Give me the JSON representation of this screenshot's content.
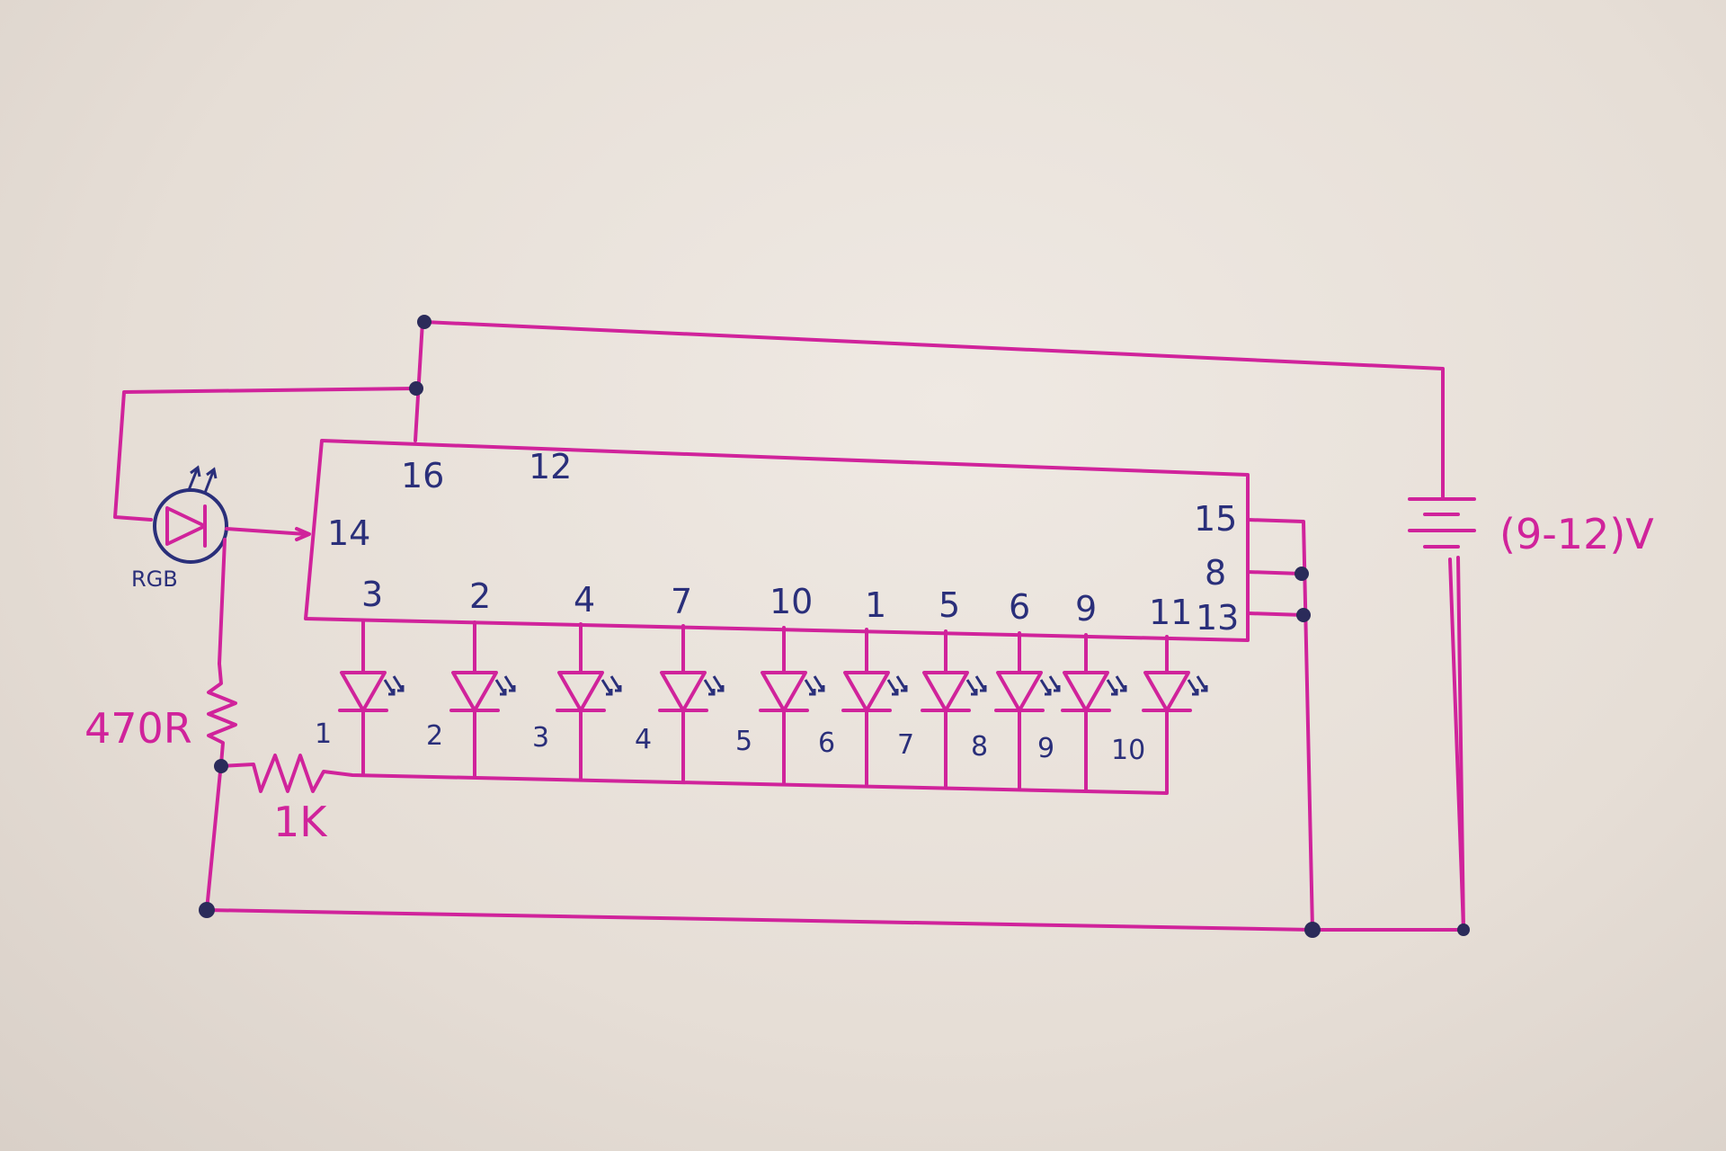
{
  "ic": {
    "top_pins": [
      "16",
      "12"
    ],
    "left_pin": "14",
    "right_pins": [
      "15",
      "8",
      "13"
    ],
    "bottom_pins": [
      "3",
      "2",
      "4",
      "7",
      "10",
      "1",
      "5",
      "6",
      "9",
      "11"
    ]
  },
  "leds": {
    "labels": [
      "1",
      "2",
      "3",
      "4",
      "5",
      "6",
      "7",
      "8",
      "9",
      "10"
    ]
  },
  "components": {
    "sensor_label": "RGB",
    "resistor_1_label": "470R",
    "resistor_2_label": "1K",
    "supply_label": "(9-12)V"
  },
  "colors": {
    "wire": "#d0239b",
    "label_blue": "#2a2f7a",
    "paper": "#ebe4dd"
  }
}
